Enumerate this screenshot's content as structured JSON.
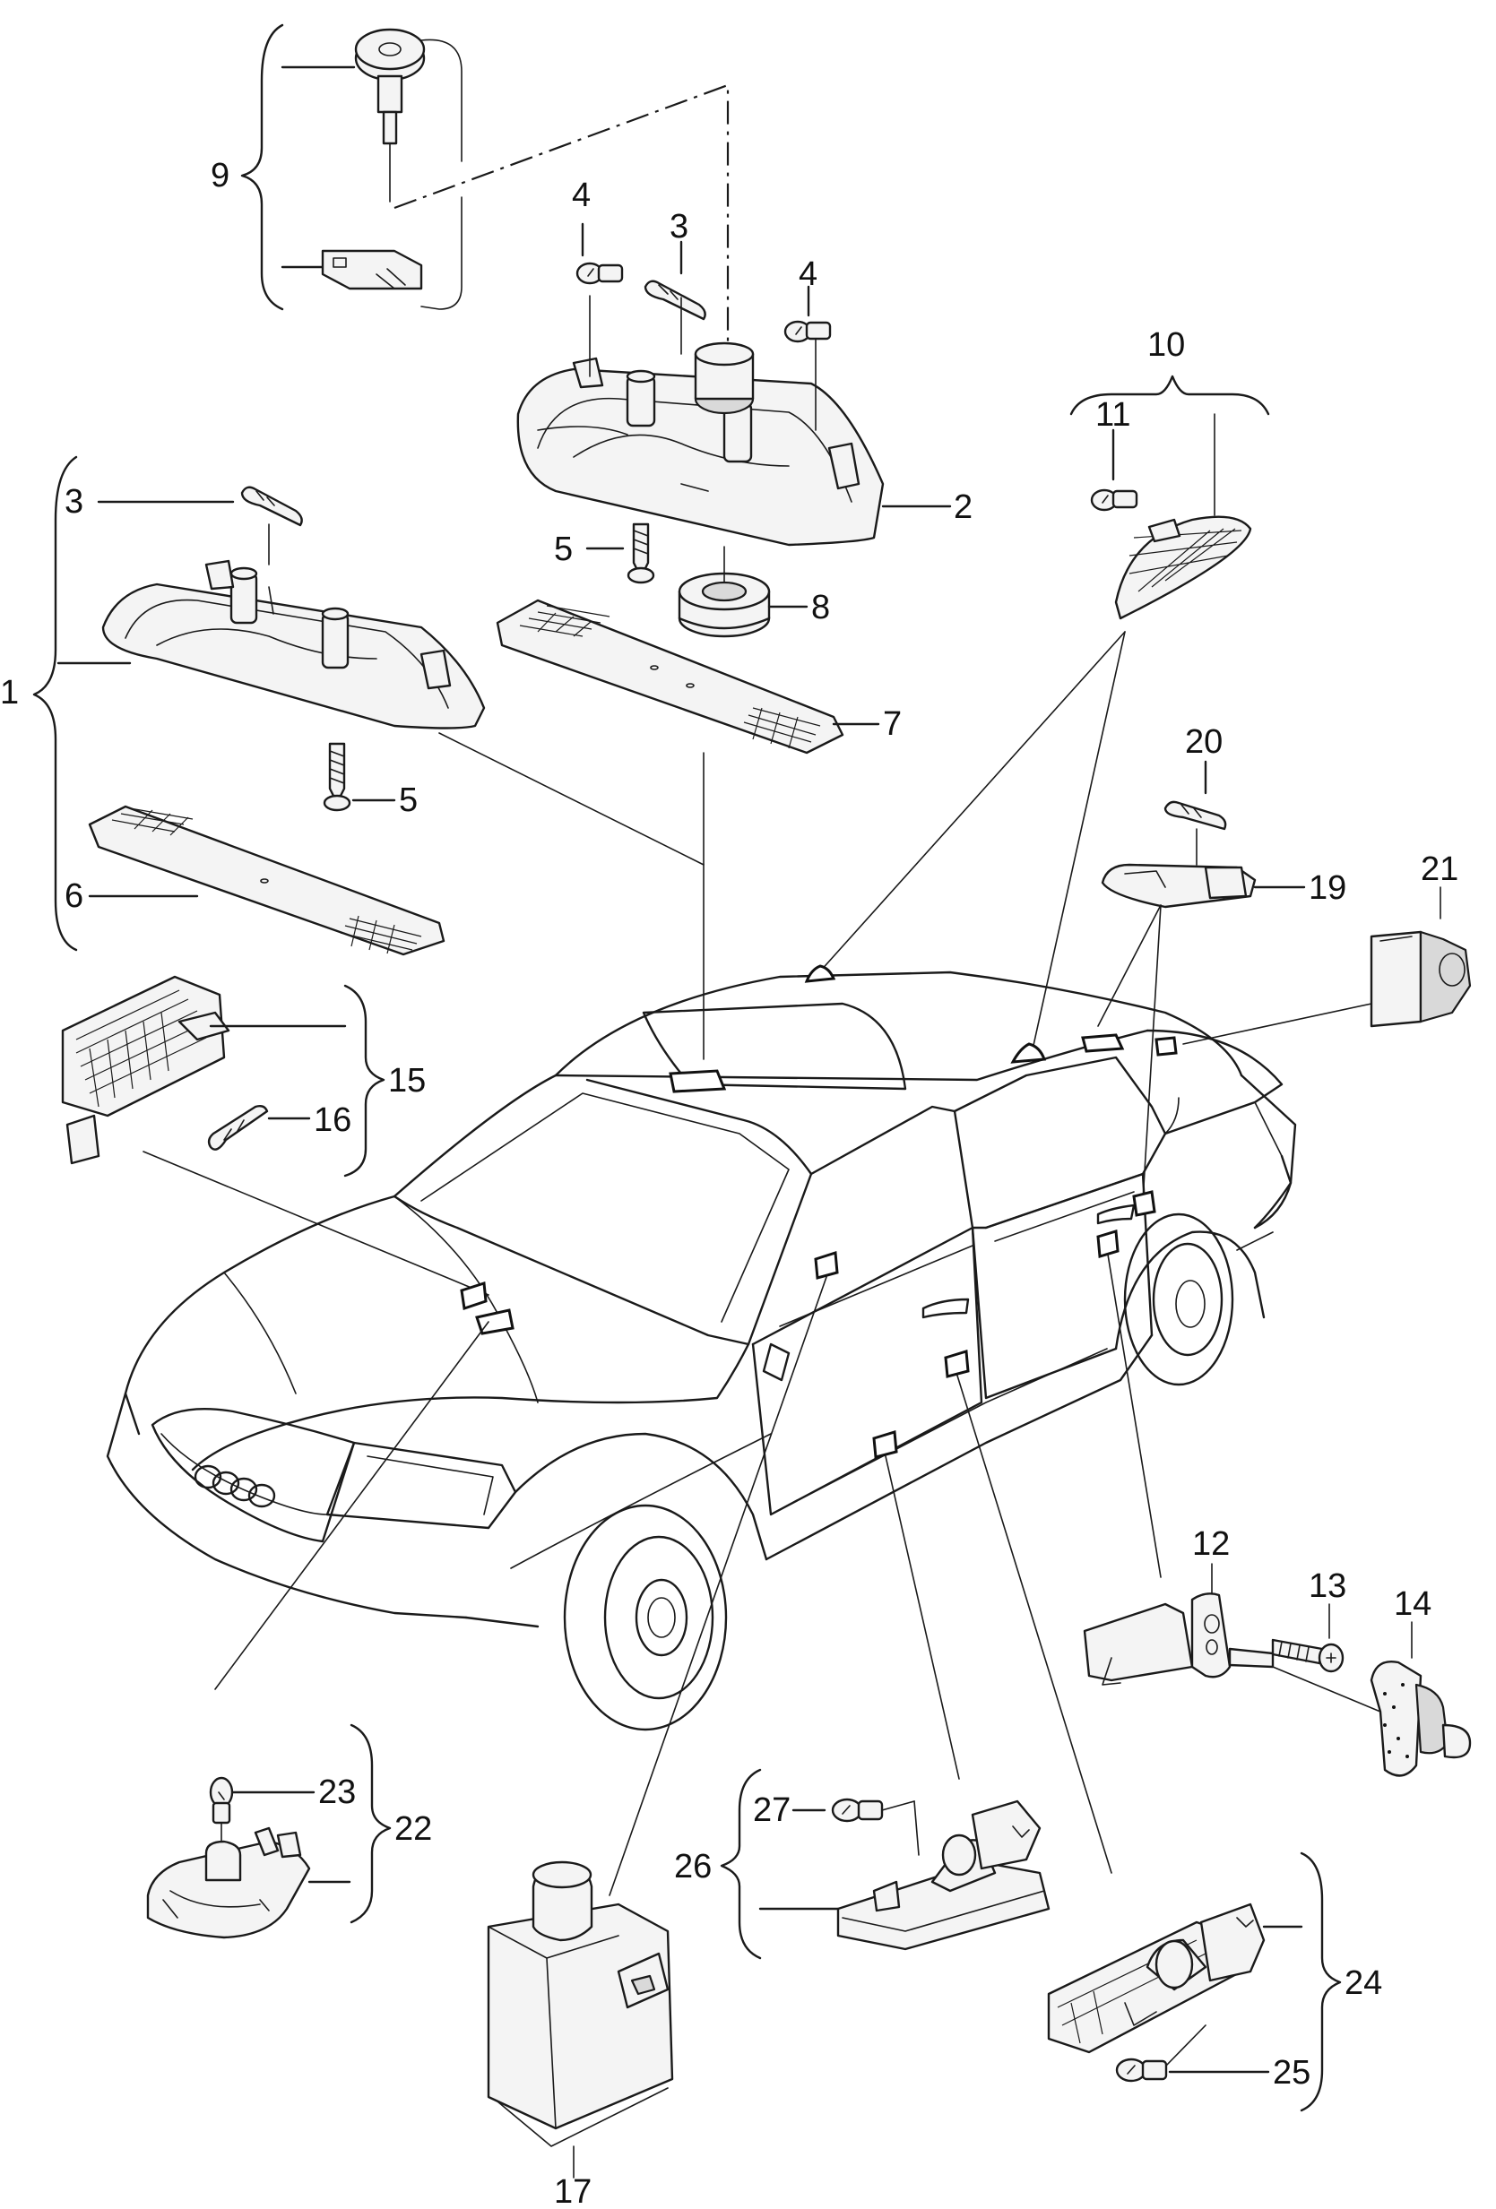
{
  "labels": {
    "l1": "1",
    "l2": "2",
    "l3a": "3",
    "l3b": "3",
    "l4a": "4",
    "l4b": "4",
    "l5a": "5",
    "l5b": "5",
    "l6": "6",
    "l7": "7",
    "l8": "8",
    "l9": "9",
    "l10": "10",
    "l11": "11",
    "l12": "12",
    "l13": "13",
    "l14": "14",
    "l15": "15",
    "l16": "16",
    "l17": "17",
    "l19": "19",
    "l20": "20",
    "l21": "21",
    "l22": "22",
    "l23": "23",
    "l24": "24",
    "l25": "25",
    "l26": "26",
    "l27": "27"
  },
  "colors": {
    "ink": "#1a1a1a",
    "paper": "#ffffff",
    "part_fill": "#f4f4f4",
    "part_shade": "#d9d9d9"
  }
}
